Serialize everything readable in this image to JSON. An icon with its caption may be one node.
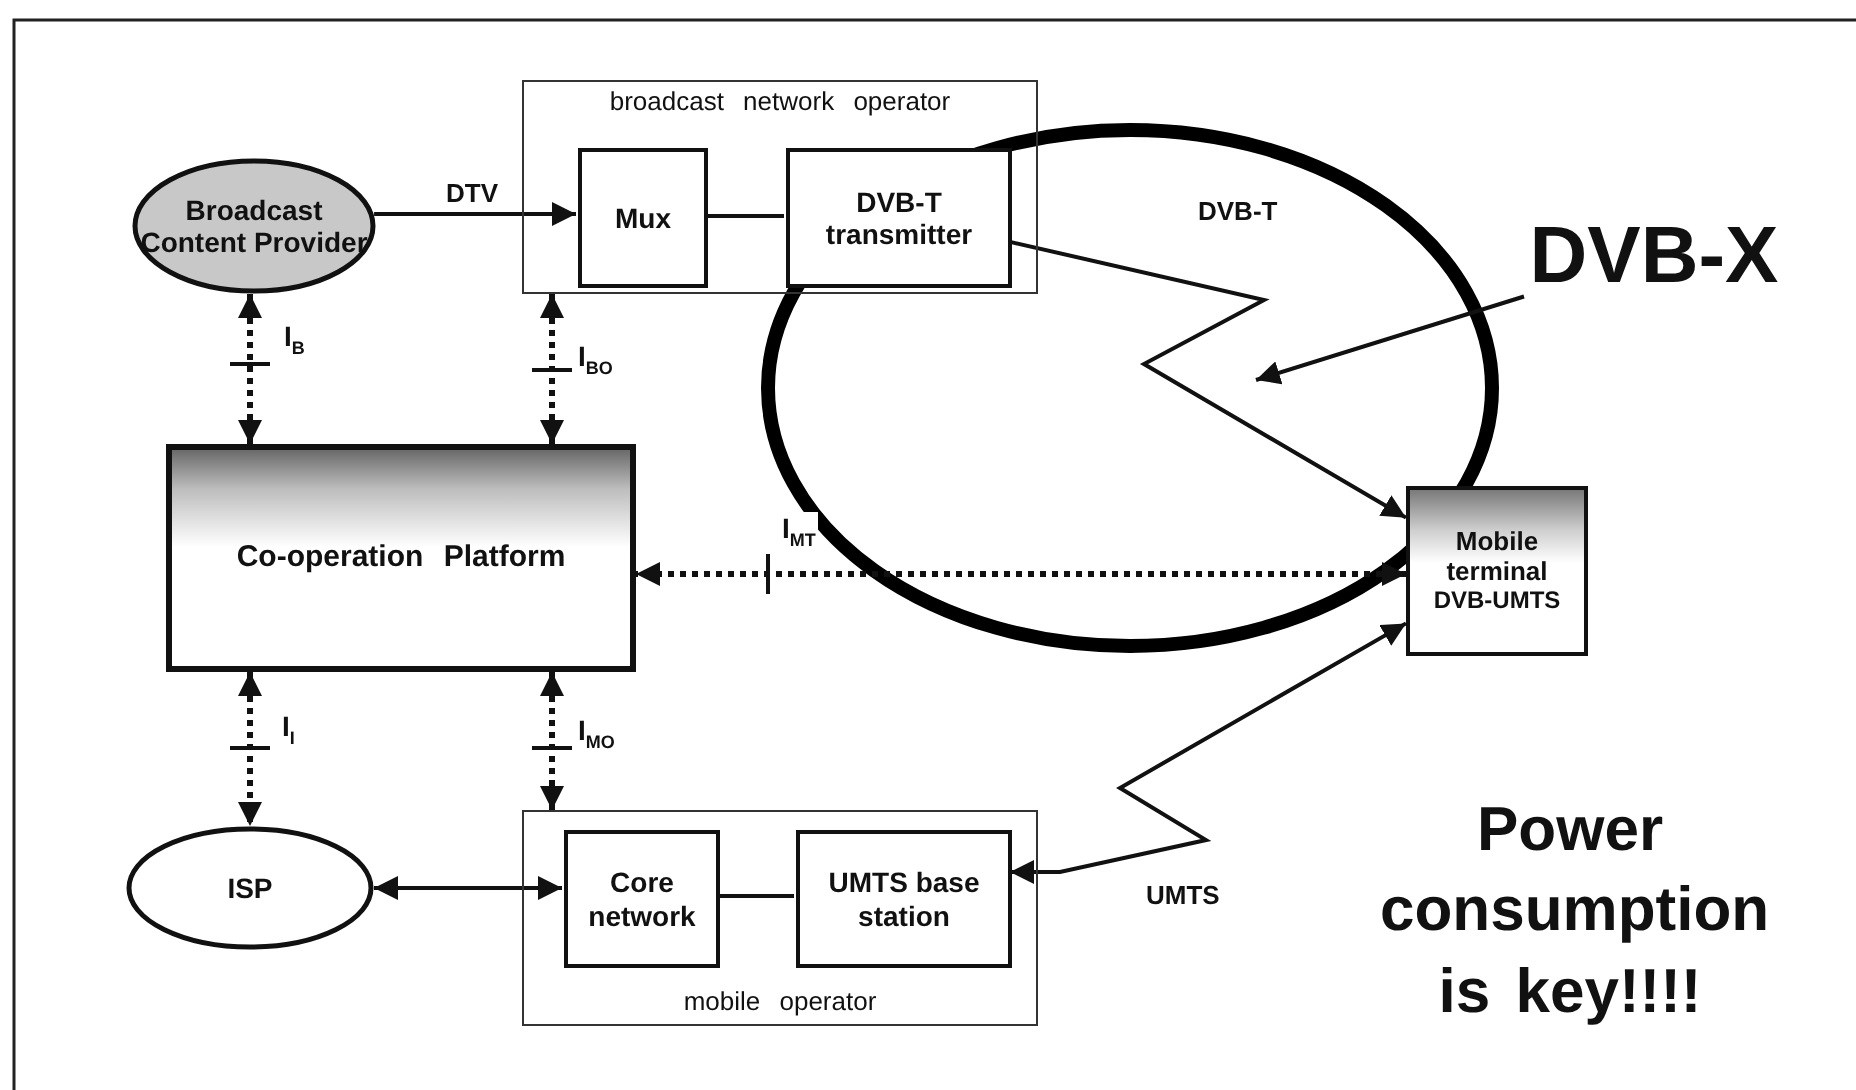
{
  "diagram": {
    "nodes": [
      {
        "text": [
          "Broadcast Content Provider"
        ]
      },
      {
        "text": [
          "broadcast network operator"
        ]
      },
      {
        "text": [
          "Mux"
        ],
        "in": 1
      },
      {
        "text": [
          "DVB-T transmitter"
        ],
        "in": 1
      },
      {
        "text": [
          "Co-operation Platform"
        ]
      },
      {
        "text": [
          "Mobile terminal",
          "DVB-UMTS"
        ]
      },
      {
        "text": [
          "ISP"
        ]
      },
      {
        "text": [
          "mobile operator"
        ]
      },
      {
        "text": [
          "Core network"
        ],
        "in": 7
      },
      {
        "text": [
          "UMTS base station"
        ],
        "in": 7
      },
      {
        "text": [
          "DVB-X"
        ]
      }
    ],
    "edges": [
      {
        "from": 0,
        "to": 2,
        "arrow": "to",
        "label": "DTV"
      },
      {
        "from": 2,
        "to": 3,
        "arrow": "none"
      },
      {
        "from": 0,
        "to": 4,
        "arrow": "both",
        "label": "I$_{B}$",
        "style": "dashed"
      },
      {
        "from": 1,
        "to": 4,
        "arrow": "both",
        "label": "I$_{BO}$",
        "style": "dashed"
      },
      {
        "from": 5,
        "to": 4,
        "arrow": "both",
        "label": "I$_{MT}$",
        "style": "dashed"
      },
      {
        "from": 4,
        "to": 6,
        "arrow": "both",
        "label": "I$_{I}$",
        "style": "dashed"
      },
      {
        "from": 4,
        "to": 7,
        "arrow": "both",
        "label": "I$_{MO}$",
        "style": "dashed"
      },
      {
        "from": 6,
        "to": 8,
        "arrow": "both"
      },
      {
        "from": 8,
        "to": 9,
        "arrow": "none"
      },
      {
        "from": 3,
        "to": 5,
        "arrow": "to",
        "label": "DVB-T"
      },
      {
        "from": 9,
        "to": 5,
        "arrow": "both",
        "label": "UMTS"
      },
      {
        "from": 10,
        "to": null,
        "arrow": "to"
      }
    ],
    "labels": [
      "Power consumption is key!!!!"
    ]
  }
}
